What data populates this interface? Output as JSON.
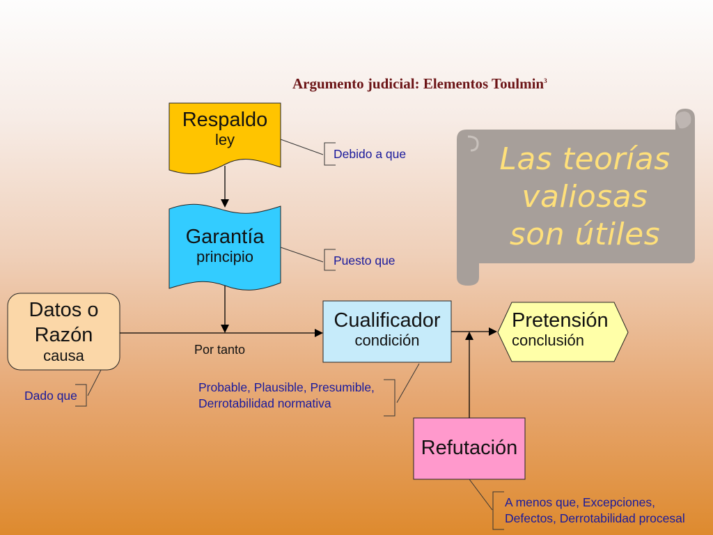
{
  "title": {
    "text": "Argumento judicial: Elementos Toulmin",
    "sup": "3"
  },
  "scroll": {
    "line1": "Las teorías",
    "line2": "valiosas",
    "line3": "son útiles"
  },
  "boxes": {
    "respaldo": {
      "label": "Respaldo",
      "sub": "ley",
      "note": "Debido a que"
    },
    "garantia": {
      "label": "Garantía",
      "sub": "principio",
      "note": "Puesto que"
    },
    "datos": {
      "line1": "Datos o",
      "line2": "Razón",
      "sub": "causa",
      "note": "Dado que"
    },
    "cualificador": {
      "label": "Cualificador",
      "sub": "condición",
      "note_line1": "Probable, Plausible, Presumible,",
      "note_line2": "Derrotabilidad normativa"
    },
    "pretension": {
      "label": "Pretensión",
      "sub": "conclusión"
    },
    "refutacion": {
      "label": "Refutación",
      "note_line1": "A menos que, Excepciones,",
      "note_line2": "Defectos, Derrotabilidad procesal"
    }
  },
  "connector_label": "Por tanto",
  "colors": {
    "respaldo": "#ffc400",
    "garantia": "#33ccff",
    "datos": "#fbd7a8",
    "cualificador": "#c6ebfa",
    "pretension": "#ffffa8",
    "refutacion": "#ff99cc",
    "scroll": "#a79f9a",
    "scroll_text": "#ffe07a",
    "note_text": "#1a1a9c",
    "title": "#6b1416"
  }
}
